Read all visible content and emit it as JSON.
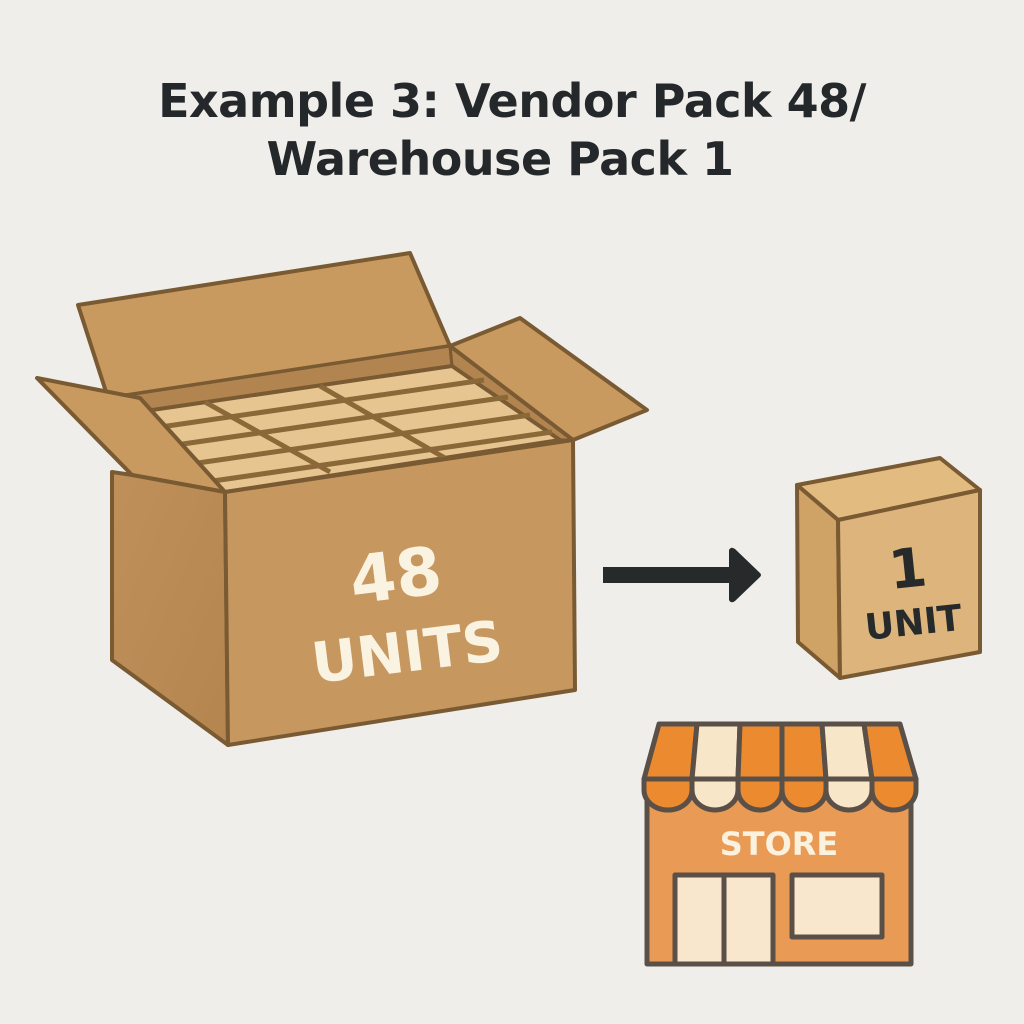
{
  "title": {
    "line1": "Example 3: Vendor Pack 48/",
    "line2": "Warehouse Pack 1"
  },
  "vendor_pack": {
    "quantity": "48",
    "unit_label": "UNITS",
    "visible_compartments": 12
  },
  "warehouse_pack": {
    "quantity": "1",
    "unit_label": "UNIT"
  },
  "arrow": {
    "direction": "right",
    "icon": "arrow-right-icon"
  },
  "store": {
    "label": "STORE",
    "icon": "storefront-icon"
  },
  "colors": {
    "background": "#efeeea",
    "title_text": "#24282b",
    "cardboard": "#c99a5f",
    "cardboard_light": "#e6c590",
    "cardboard_dark": "#b3844c",
    "outline": "#7a5a32",
    "box_label_light": "#fbf3e2",
    "box_label_dark": "#262a2b",
    "arrow": "#262a2b",
    "awning_orange": "#ec8a2f",
    "awning_cream": "#f8e6c8",
    "store_wall": "#e99a55",
    "store_outline": "#5b5048",
    "store_window": "#f9e7cd"
  }
}
